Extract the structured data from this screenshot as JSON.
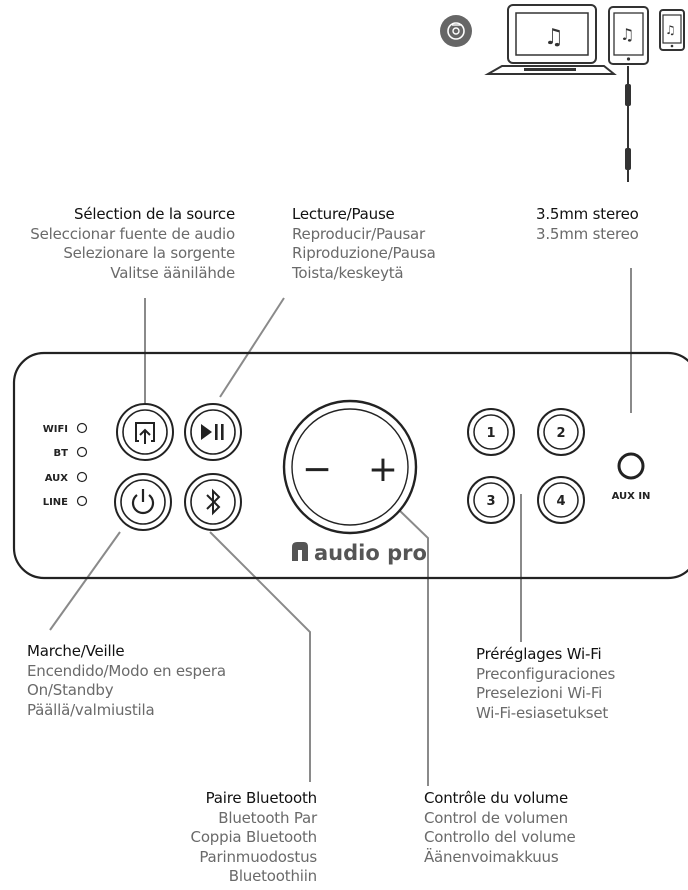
{
  "labels": {
    "source": {
      "heading": "Sélection de la source",
      "lines": [
        "Seleccionar fuente de audio",
        "Selezionare la sorgente",
        "Valitse äänilähde"
      ]
    },
    "play_pause": {
      "heading": "Lecture/Pause",
      "lines": [
        "Reproducir/Pausar",
        "Riproduzione/Pausa",
        "Toista/keskeytä"
      ]
    },
    "aux_stereo": {
      "heading": "3.5mm stereo",
      "lines": [
        "3.5mm stereo"
      ]
    },
    "power": {
      "heading": "Marche/Veille",
      "lines": [
        "Encendido/Modo en espera",
        "On/Standby",
        "Päällä/valmiustila"
      ]
    },
    "presets": {
      "heading": "Préréglages Wi-Fi",
      "lines": [
        "Preconfiguraciones",
        "Preselezioni Wi-Fi",
        "Wi-Fi-esiasetukset"
      ]
    },
    "bluetooth": {
      "heading": "Paire Bluetooth",
      "lines": [
        "Bluetooth Par",
        "Coppia Bluetooth",
        "Parinmuodostus",
        "Bluetoothiin"
      ]
    },
    "volume": {
      "heading": "Contrôle du volume",
      "lines": [
        "Control de volumen",
        "Controllo del volume",
        "Äänenvoimakkuus"
      ]
    }
  },
  "device": {
    "indicators": [
      "WIFI",
      "BT",
      "AUX",
      "LINE"
    ],
    "presets": [
      "1",
      "2",
      "3",
      "4"
    ],
    "volume_minus": "−",
    "volume_plus": "+",
    "brand": "audio pro",
    "aux_in": "AUX IN"
  },
  "icons": {
    "chromecast": "chromecast-icon",
    "music_note": "music-note-icon",
    "source": "source-select-icon",
    "play_pause": "play-pause-icon",
    "power": "power-icon",
    "bluetooth": "bluetooth-icon",
    "brand_logo": "audio-pro-logo-icon"
  },
  "colors": {
    "outline": "#222222",
    "leader_line": "#8a8a8a",
    "chromecast_bg": "#666666",
    "secondary_text": "#6a6a6a"
  }
}
